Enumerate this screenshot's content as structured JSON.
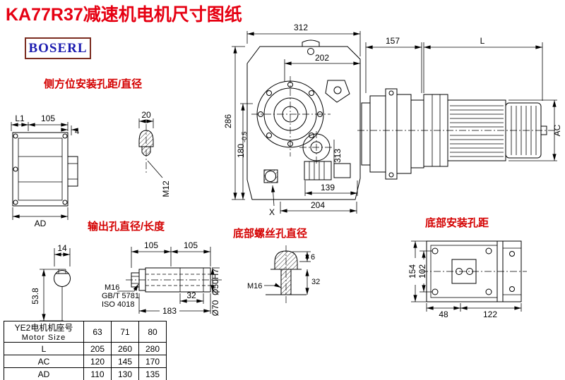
{
  "title": "KA77R37减速机电机尺寸图纸",
  "logo": "BOSERL",
  "labels": {
    "side_mount": "侧方位安装孔距/直径",
    "output_hole": "输出孔直径/长度",
    "bottom_screw": "底部螺丝孔直径",
    "bottom_mount": "底部安装孔距"
  },
  "colors": {
    "title_red": "#e60012",
    "label_red": "#d40000",
    "logo_blue": "#1c1cb0",
    "logo_border": "#7b2c20",
    "line_black": "#000000"
  },
  "dims": {
    "w312": "312",
    "w202": "202",
    "w157": "157",
    "motor_l": "L",
    "h286": "286",
    "h180": "180",
    "h180_tol": "-0.5",
    "hole313": "313",
    "w139": "139",
    "w204": "204",
    "x_mark": "X",
    "ac": "AC",
    "l1": "L1",
    "s105": "105",
    "s4": "4",
    "ad": "AD",
    "p20": "20",
    "m12": "M12",
    "k14": "14",
    "k53_8": "53.8",
    "o105a": "105",
    "o105b": "105",
    "o_m16": "M16",
    "o_gbt": "GB/T 5781",
    "o_iso": "ISO 4018",
    "o32": "32",
    "o183": "183",
    "d50": "Ø50H7",
    "d70": "Ø70",
    "b_m16": "M16",
    "b6": "6",
    "b32": "32",
    "f154": "154",
    "f102": "102",
    "f48": "48",
    "f122": "122"
  },
  "table": {
    "header_cn": "YE2电机机座号",
    "header_en": "Motor Size",
    "sizes": [
      "63",
      "71",
      "80"
    ],
    "rows": [
      {
        "label": "L",
        "values": [
          "205",
          "260",
          "280"
        ]
      },
      {
        "label": "AC",
        "values": [
          "120",
          "145",
          "170"
        ]
      },
      {
        "label": "AD",
        "values": [
          "110",
          "130",
          "135"
        ]
      }
    ]
  }
}
